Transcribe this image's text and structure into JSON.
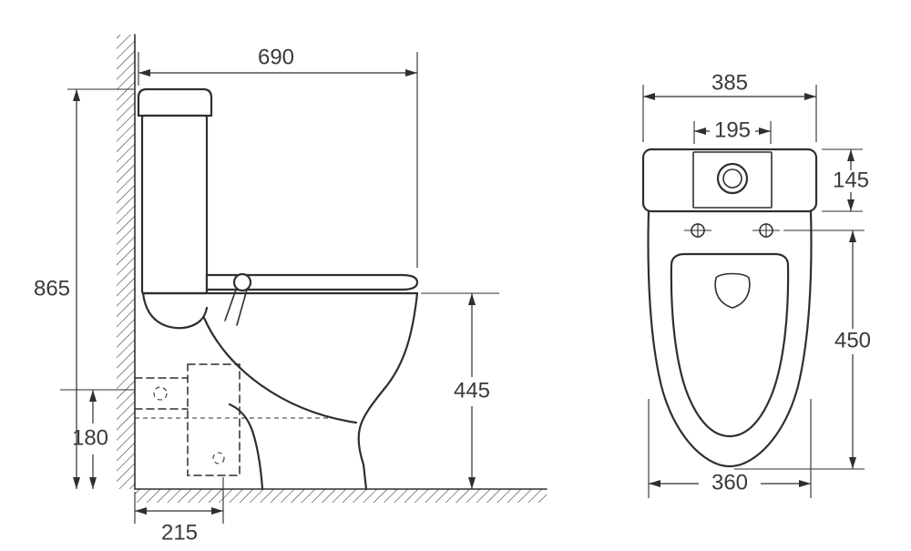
{
  "diagram": {
    "type": "toilet-technical-drawing",
    "side_view": {
      "width": "690",
      "height": "865",
      "seat_height": "445",
      "outlet_height": "180",
      "outlet_setout": "215"
    },
    "top_view": {
      "width": "385",
      "button_width": "195",
      "tank_depth": "145",
      "seat_length": "450",
      "bowl_width": "360"
    },
    "colors": {
      "line": "#2f2f2f",
      "label": "#3a3a3a",
      "background": "#ffffff"
    }
  }
}
